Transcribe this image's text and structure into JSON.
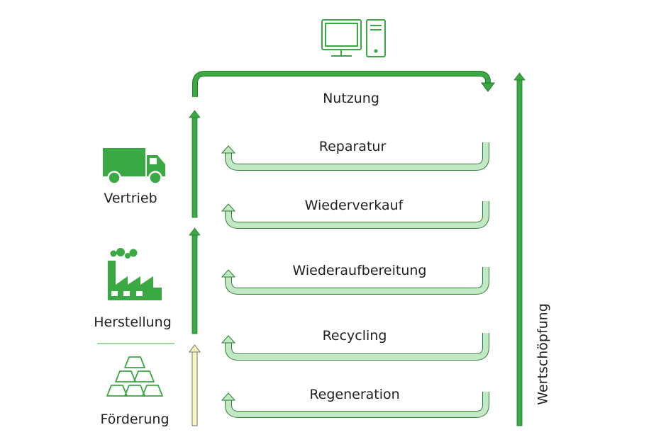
{
  "stages": {
    "vertrieb": "Vertrieb",
    "herstellung": "Herstellung",
    "foerderung": "Förderung"
  },
  "usage": "Nutzung",
  "loops": [
    "Reparatur",
    "Wiederverkauf",
    "Wiederaufbereitung",
    "Recycling",
    "Regeneration"
  ],
  "axis_label": "Wertschöpfung",
  "icons": [
    "computer-icon",
    "truck-icon",
    "factory-icon",
    "gold-bars-icon"
  ],
  "colors": {
    "primary_green": "#3aa843",
    "dark_green": "#1e7a2a",
    "light_green": "#c2e8c4",
    "pale_yellow": "#fbf5be"
  }
}
